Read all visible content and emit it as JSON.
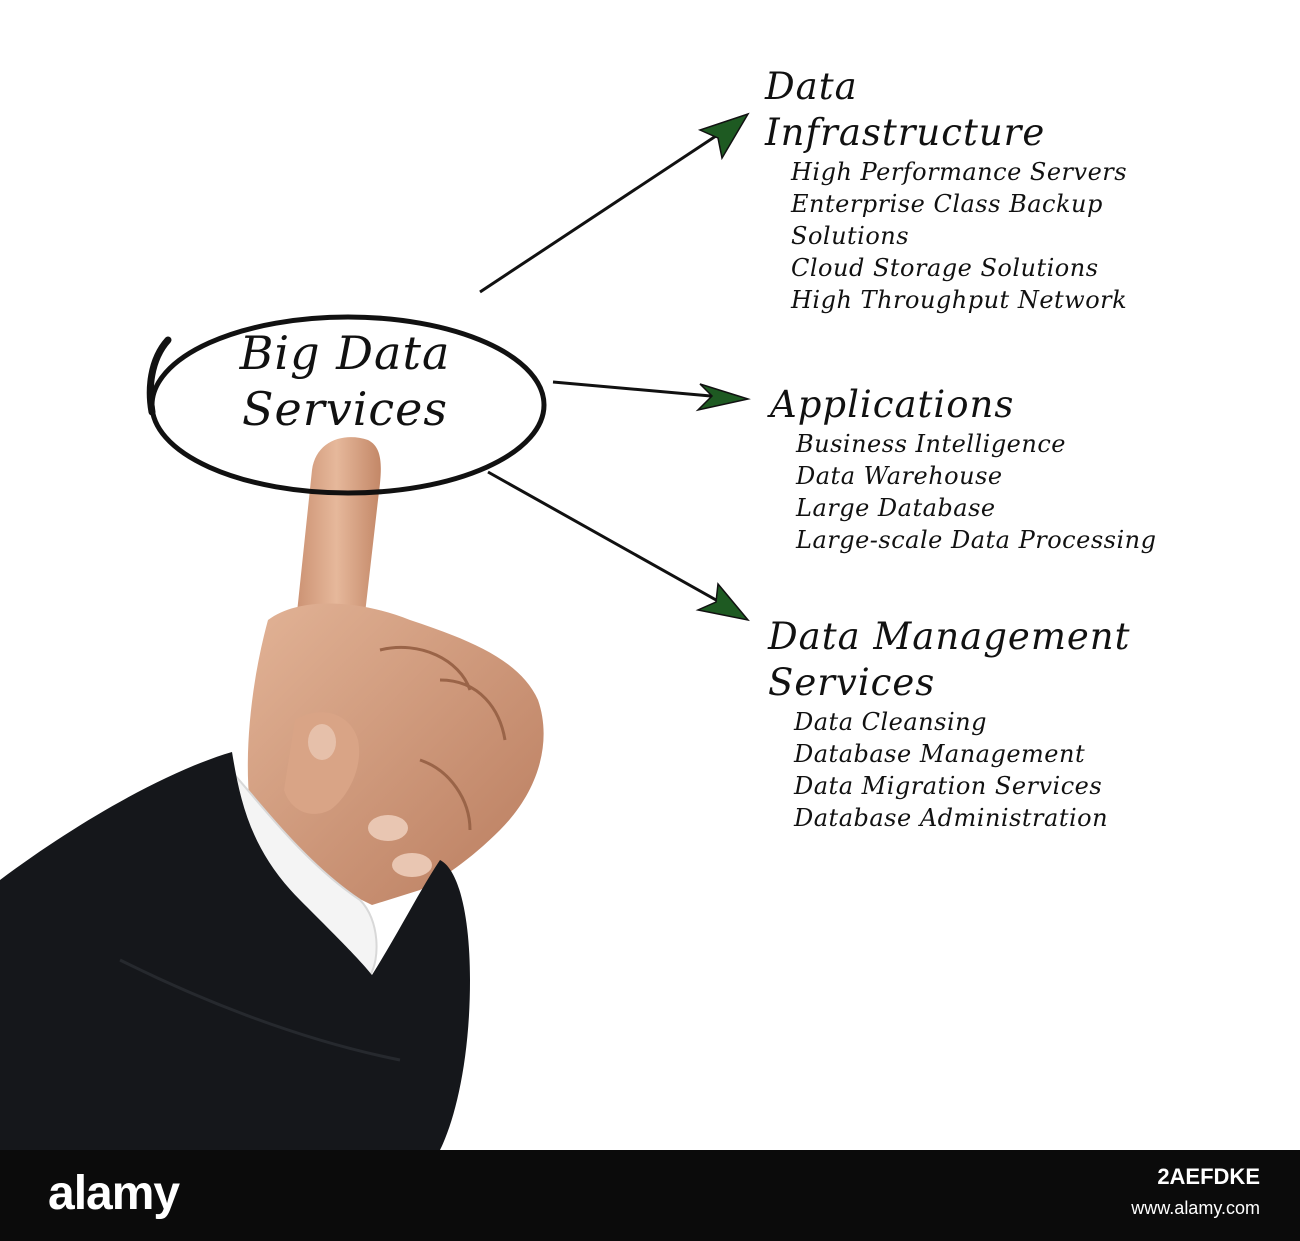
{
  "diagram": {
    "center": {
      "line1": "Big Data",
      "line2": "Services"
    },
    "groups": [
      {
        "heading_line1": "Data",
        "heading_line2": "Infrastructure",
        "items": [
          "High Performance Servers",
          "Enterprise Class Backup",
          "Solutions",
          "Cloud Storage Solutions",
          "High Throughput Network"
        ]
      },
      {
        "heading_line1": "Applications",
        "heading_line2": "",
        "items": [
          "Business Intelligence",
          "Data Warehouse",
          "Large Database",
          "Large-scale Data Processing"
        ]
      },
      {
        "heading_line1": "Data Management",
        "heading_line2": "Services",
        "items": [
          "Data Cleansing",
          "Database Management",
          "Data Migration Services",
          "Database Administration"
        ]
      }
    ],
    "arrow_head_color": "#1e5a22",
    "line_color": "#111111"
  },
  "footer": {
    "brand": "alamy",
    "image_id": "2AEFDKE",
    "site": "www.alamy.com"
  }
}
